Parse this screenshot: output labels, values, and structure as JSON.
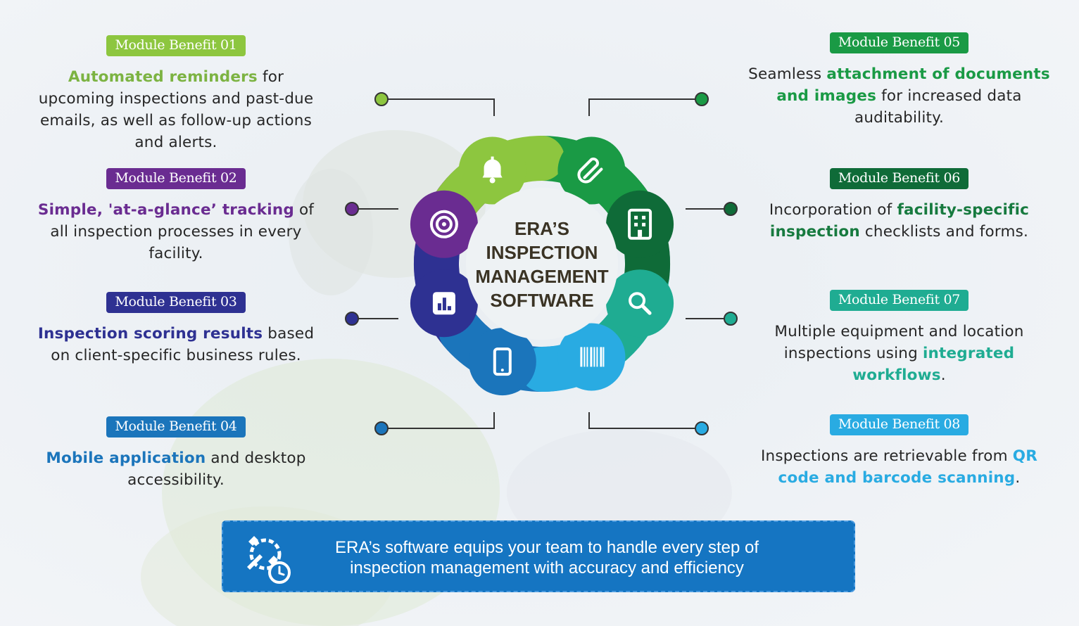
{
  "center_title": [
    "ERA’S",
    "INSPECTION",
    "MANAGEMENT",
    "SOFTWARE"
  ],
  "benefits": [
    {
      "badge": "Module Benefit 01",
      "color": "#8dc63f",
      "hl_color": "#7cb342",
      "parts": [
        {
          "t": "Automated reminders",
          "hl": true
        },
        {
          "t": " for upcoming inspections and past-due emails, as well as follow-up actions and alerts.",
          "hl": false
        }
      ]
    },
    {
      "badge": "Module Benefit 02",
      "color": "#6a2c91",
      "hl_color": "#6a2c91",
      "parts": [
        {
          "t": "Simple, 'at-a-glance’ tracking",
          "hl": true
        },
        {
          "t": " of all inspection processes in every facility.",
          "hl": false
        }
      ]
    },
    {
      "badge": "Module Benefit 03",
      "color": "#2e3192",
      "hl_color": "#2e3192",
      "parts": [
        {
          "t": "Inspection scoring results",
          "hl": true
        },
        {
          "t": " based on client-specific business rules.",
          "hl": false
        }
      ]
    },
    {
      "badge": "Module Benefit 04",
      "color": "#1b75bb",
      "hl_color": "#1b75bb",
      "parts": [
        {
          "t": "Mobile application",
          "hl": true
        },
        {
          "t": " and desktop accessibility.",
          "hl": false
        }
      ]
    },
    {
      "badge": "Module Benefit 05",
      "color": "#1a9a45",
      "hl_color": "#1a9a45",
      "parts": [
        {
          "t": "Seamless ",
          "hl": false
        },
        {
          "t": "attachment of documents and images",
          "hl": true
        },
        {
          "t": " for increased data auditability.",
          "hl": false
        }
      ]
    },
    {
      "badge": "Module Benefit 06",
      "color": "#0f6b38",
      "hl_color": "#177a3f",
      "parts": [
        {
          "t": "Incorporation of ",
          "hl": false
        },
        {
          "t": "facility-specific inspection",
          "hl": true
        },
        {
          "t": " checklists and forms.",
          "hl": false
        }
      ]
    },
    {
      "badge": "Module Benefit 07",
      "color": "#1fac92",
      "hl_color": "#1fac92",
      "parts": [
        {
          "t": "Multiple equipment and location inspections using ",
          "hl": false
        },
        {
          "t": "integrated workflows",
          "hl": true
        },
        {
          "t": ".",
          "hl": false
        }
      ]
    },
    {
      "badge": "Module Benefit 08",
      "color": "#29abe2",
      "hl_color": "#29abe2",
      "parts": [
        {
          "t": "Inspections are retrievable from ",
          "hl": false
        },
        {
          "t": "QR code and barcode scanning",
          "hl": true
        },
        {
          "t": ".",
          "hl": false
        }
      ]
    }
  ],
  "segments": [
    {
      "icon": "bell-icon",
      "color": "#8dc63f"
    },
    {
      "icon": "paperclip-icon",
      "color": "#1a9a45"
    },
    {
      "icon": "building-icon",
      "color": "#0f6b38"
    },
    {
      "icon": "search-icon",
      "color": "#1fac92"
    },
    {
      "icon": "barcode-icon",
      "color": "#29abe2"
    },
    {
      "icon": "mobile-icon",
      "color": "#1b75bb"
    },
    {
      "icon": "bar-chart-icon",
      "color": "#2e3192"
    },
    {
      "icon": "target-icon",
      "color": "#6a2c91"
    }
  ],
  "footer": {
    "icon": "gear-wrench-clock-icon",
    "lines": [
      "ERA’s software equips your team to handle every step of",
      "inspection management with accuracy and efficiency"
    ]
  }
}
